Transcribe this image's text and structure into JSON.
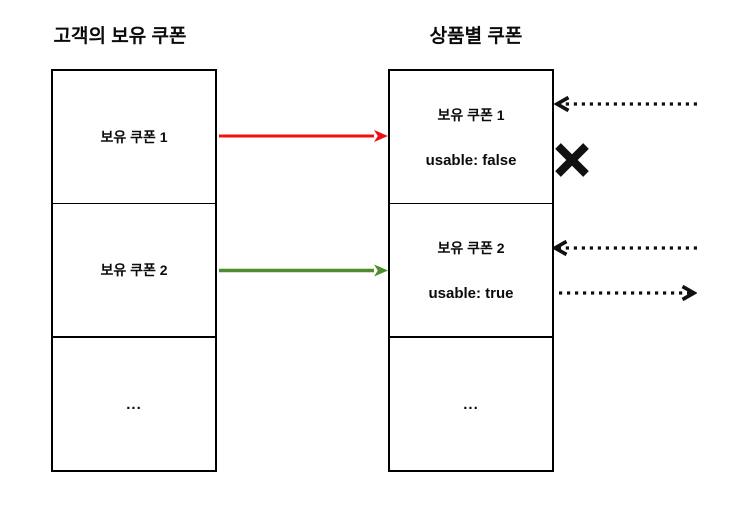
{
  "diagram": {
    "left_panel": {
      "title": "고객의 보유 쿠폰",
      "cells": [
        {
          "label": "보유 쿠폰 1"
        },
        {
          "label": "보유 쿠폰 2"
        },
        {
          "label": "..."
        }
      ]
    },
    "right_panel": {
      "title": "상품별 쿠폰",
      "cells": [
        {
          "label": "보유 쿠폰 1",
          "status": "usable: false"
        },
        {
          "label": "보유 쿠폰 2",
          "status": "usable: true"
        },
        {
          "label": "..."
        }
      ]
    },
    "arrows": {
      "fail_color": "#ee1111",
      "success_color": "#4e8d2e",
      "dotted_color": "#111111"
    },
    "icons": {
      "x_mark": "heavy-x"
    }
  }
}
